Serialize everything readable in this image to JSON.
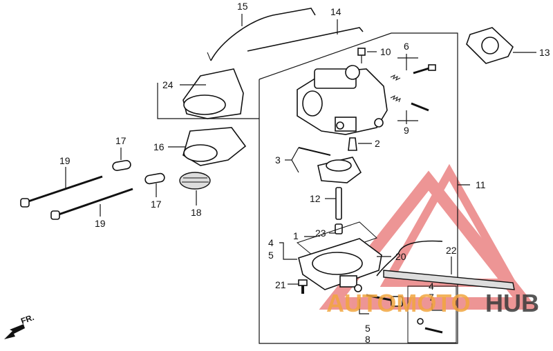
{
  "labels": {
    "l1": "1",
    "l2": "2",
    "l3": "3",
    "l4a": "4",
    "l5a": "5",
    "l4b": "4",
    "l5b": "5",
    "l6": "6",
    "l7": "7",
    "l8": "8",
    "l9": "9",
    "l10": "10",
    "l11": "11",
    "l12": "12",
    "l13": "13",
    "l14": "14",
    "l15": "15",
    "l16": "16",
    "l17a": "17",
    "l17b": "17",
    "l18": "18",
    "l19a": "19",
    "l19b": "19",
    "l20": "20",
    "l21": "21",
    "l22": "22",
    "l23": "23",
    "l24": "24"
  },
  "direction": "FR.",
  "watermark": {
    "part1": "AUTOMOTO",
    "part2": "HUB"
  },
  "colors": {
    "line": "#111111",
    "watermark_red": "#e04040",
    "watermark_orange": "#f2a640",
    "watermark_dark": "#3a3a3a"
  }
}
